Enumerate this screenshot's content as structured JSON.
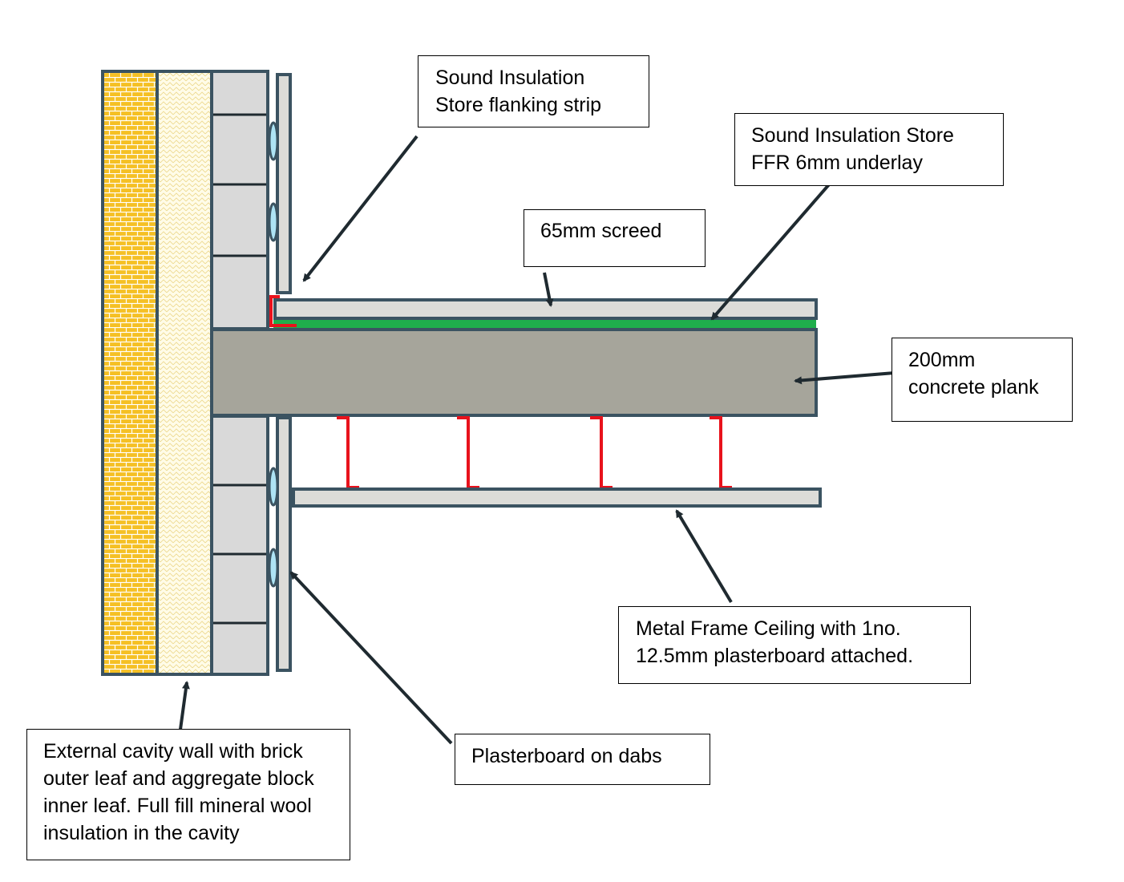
{
  "labels": {
    "flanking_strip": [
      "Sound Insulation",
      "Store flanking strip"
    ],
    "underlay": [
      "Sound Insulation Store",
      "FFR 6mm underlay"
    ],
    "screed": [
      "65mm screed"
    ],
    "concrete_plank": [
      "200mm",
      "concrete plank"
    ],
    "metal_frame_ceiling": [
      "Metal Frame Ceiling with 1no.",
      "12.5mm plasterboard attached."
    ],
    "plasterboard_dabs": [
      "Plasterboard on dabs"
    ],
    "external_wall": [
      "External cavity wall with brick",
      "outer leaf and aggregate block",
      "inner leaf. Full fill mineral wool",
      "insulation in the cavity"
    ]
  },
  "colors": {
    "outline": "#3b5361",
    "brick": "#f5c024",
    "mortar": "#ffffff",
    "mineral_wool": "#fffce8",
    "block": "#d9d9d9",
    "concrete": "#a6a59b",
    "screed": "#dcdcd8",
    "underlay": "#1fae4c",
    "metal_frame": "#e8121c",
    "dab": "#aee4f5",
    "arrow": "#1f2a30"
  }
}
